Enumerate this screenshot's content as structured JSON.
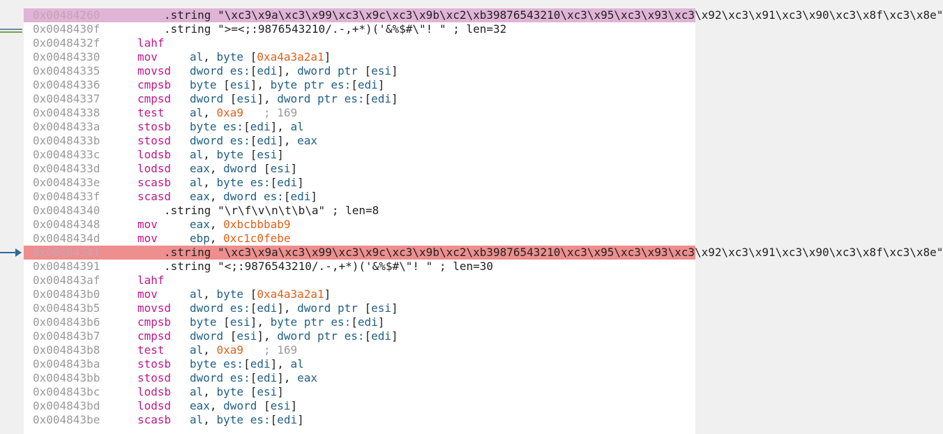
{
  "colors": {
    "address": "#9a9a9a",
    "mnemonic": "#c0188a",
    "register": "#1f5f86",
    "immediate": "#e0601a",
    "comment": "#9a9a9a",
    "selected_row": "#dfb4d6",
    "current_row": "#ee8e8e"
  },
  "rows": [
    {
      "addr": "0x00484260",
      "hl": "selected",
      "dir": ".string \"\\xc3\\x9a\\xc3\\x99\\xc3\\x9c\\xc3\\x9b\\xc2\\xb39876543210\\xc3\\x95\\xc3\\x93\\xc3\\x92\\xc3\\x91\\xc3\\x90\\xc3\\x8f\\xc3\\x8e\""
    },
    {
      "addr": "0x0048430f",
      "dir": ".string \">=<;:9876543210/.-,+*)('&%$#\\\"! \" ; len=32"
    },
    {
      "addr": "0x0048432f",
      "mnem": "lahf",
      "ops": []
    },
    {
      "addr": "0x00484330",
      "mnem": "mov",
      "ops": [
        [
          "reg",
          "al"
        ],
        [
          "plain",
          ", "
        ],
        [
          "reg",
          "byte "
        ],
        [
          "br",
          "["
        ],
        [
          "num",
          "0xa4a3a2a1"
        ],
        [
          "br",
          "]"
        ]
      ]
    },
    {
      "addr": "0x00484335",
      "mnem": "movsd",
      "ops": [
        [
          "reg",
          "dword es:"
        ],
        [
          "br",
          "["
        ],
        [
          "reg",
          "edi"
        ],
        [
          "br",
          "]"
        ],
        [
          "plain",
          ", "
        ],
        [
          "reg",
          "dword ptr "
        ],
        [
          "br",
          "["
        ],
        [
          "reg",
          "esi"
        ],
        [
          "br",
          "]"
        ]
      ]
    },
    {
      "addr": "0x00484336",
      "mnem": "cmpsb",
      "ops": [
        [
          "reg",
          "byte "
        ],
        [
          "br",
          "["
        ],
        [
          "reg",
          "esi"
        ],
        [
          "br",
          "]"
        ],
        [
          "plain",
          ", "
        ],
        [
          "reg",
          "byte ptr es:"
        ],
        [
          "br",
          "["
        ],
        [
          "reg",
          "edi"
        ],
        [
          "br",
          "]"
        ]
      ]
    },
    {
      "addr": "0x00484337",
      "mnem": "cmpsd",
      "ops": [
        [
          "reg",
          "dword "
        ],
        [
          "br",
          "["
        ],
        [
          "reg",
          "esi"
        ],
        [
          "br",
          "]"
        ],
        [
          "plain",
          ", "
        ],
        [
          "reg",
          "dword ptr es:"
        ],
        [
          "br",
          "["
        ],
        [
          "reg",
          "edi"
        ],
        [
          "br",
          "]"
        ]
      ]
    },
    {
      "addr": "0x00484338",
      "mnem": "test",
      "ops": [
        [
          "reg",
          "al"
        ],
        [
          "plain",
          ", "
        ],
        [
          "num",
          "0xa9"
        ],
        [
          "cmt",
          "   ; 169"
        ]
      ]
    },
    {
      "addr": "0x0048433a",
      "mnem": "stosb",
      "ops": [
        [
          "reg",
          "byte es:"
        ],
        [
          "br",
          "["
        ],
        [
          "reg",
          "edi"
        ],
        [
          "br",
          "]"
        ],
        [
          "plain",
          ", "
        ],
        [
          "reg",
          "al"
        ]
      ]
    },
    {
      "addr": "0x0048433b",
      "mnem": "stosd",
      "ops": [
        [
          "reg",
          "dword es:"
        ],
        [
          "br",
          "["
        ],
        [
          "reg",
          "edi"
        ],
        [
          "br",
          "]"
        ],
        [
          "plain",
          ", "
        ],
        [
          "reg",
          "eax"
        ]
      ]
    },
    {
      "addr": "0x0048433c",
      "mnem": "lodsb",
      "ops": [
        [
          "reg",
          "al"
        ],
        [
          "plain",
          ", "
        ],
        [
          "reg",
          "byte "
        ],
        [
          "br",
          "["
        ],
        [
          "reg",
          "esi"
        ],
        [
          "br",
          "]"
        ]
      ]
    },
    {
      "addr": "0x0048433d",
      "mnem": "lodsd",
      "ops": [
        [
          "reg",
          "eax"
        ],
        [
          "plain",
          ", "
        ],
        [
          "reg",
          "dword "
        ],
        [
          "br",
          "["
        ],
        [
          "reg",
          "esi"
        ],
        [
          "br",
          "]"
        ]
      ]
    },
    {
      "addr": "0x0048433e",
      "mnem": "scasb",
      "ops": [
        [
          "reg",
          "al"
        ],
        [
          "plain",
          ", "
        ],
        [
          "reg",
          "byte es:"
        ],
        [
          "br",
          "["
        ],
        [
          "reg",
          "edi"
        ],
        [
          "br",
          "]"
        ]
      ]
    },
    {
      "addr": "0x0048433f",
      "mnem": "scasd",
      "ops": [
        [
          "reg",
          "eax"
        ],
        [
          "plain",
          ", "
        ],
        [
          "reg",
          "dword es:"
        ],
        [
          "br",
          "["
        ],
        [
          "reg",
          "edi"
        ],
        [
          "br",
          "]"
        ]
      ]
    },
    {
      "addr": "0x00484340",
      "dir": ".string \"\\r\\f\\v\\n\\t\\b\\a\" ; len=8"
    },
    {
      "addr": "0x00484348",
      "mnem": "mov",
      "ops": [
        [
          "reg",
          "eax"
        ],
        [
          "plain",
          ", "
        ],
        [
          "num",
          "0xbcbbbab9"
        ]
      ]
    },
    {
      "addr": "0x0048434d",
      "mnem": "mov",
      "ops": [
        [
          "reg",
          "ebp"
        ],
        [
          "plain",
          ", "
        ],
        [
          "num",
          "0xc1c0febe"
        ]
      ]
    },
    {
      "addr": "0x0048434f",
      "hl": "current",
      "dir": ".string \"\\xc3\\x9a\\xc3\\x99\\xc3\\x9c\\xc3\\x9b\\xc2\\xb39876543210\\xc3\\x95\\xc3\\x93\\xc3\\x92\\xc3\\x91\\xc3\\x90\\xc3\\x8f\\xc3\\x8e\""
    },
    {
      "addr": "0x00484391",
      "dir": ".string \"<;:9876543210/.-,+*)('&%$#\\\"! \" ; len=30"
    },
    {
      "addr": "0x004843af",
      "mnem": "lahf",
      "ops": []
    },
    {
      "addr": "0x004843b0",
      "mnem": "mov",
      "ops": [
        [
          "reg",
          "al"
        ],
        [
          "plain",
          ", "
        ],
        [
          "reg",
          "byte "
        ],
        [
          "br",
          "["
        ],
        [
          "num",
          "0xa4a3a2a1"
        ],
        [
          "br",
          "]"
        ]
      ]
    },
    {
      "addr": "0x004843b5",
      "mnem": "movsd",
      "ops": [
        [
          "reg",
          "dword es:"
        ],
        [
          "br",
          "["
        ],
        [
          "reg",
          "edi"
        ],
        [
          "br",
          "]"
        ],
        [
          "plain",
          ", "
        ],
        [
          "reg",
          "dword ptr "
        ],
        [
          "br",
          "["
        ],
        [
          "reg",
          "esi"
        ],
        [
          "br",
          "]"
        ]
      ]
    },
    {
      "addr": "0x004843b6",
      "mnem": "cmpsb",
      "ops": [
        [
          "reg",
          "byte "
        ],
        [
          "br",
          "["
        ],
        [
          "reg",
          "esi"
        ],
        [
          "br",
          "]"
        ],
        [
          "plain",
          ", "
        ],
        [
          "reg",
          "byte ptr es:"
        ],
        [
          "br",
          "["
        ],
        [
          "reg",
          "edi"
        ],
        [
          "br",
          "]"
        ]
      ]
    },
    {
      "addr": "0x004843b7",
      "mnem": "cmpsd",
      "ops": [
        [
          "reg",
          "dword "
        ],
        [
          "br",
          "["
        ],
        [
          "reg",
          "esi"
        ],
        [
          "br",
          "]"
        ],
        [
          "plain",
          ", "
        ],
        [
          "reg",
          "dword ptr es:"
        ],
        [
          "br",
          "["
        ],
        [
          "reg",
          "edi"
        ],
        [
          "br",
          "]"
        ]
      ]
    },
    {
      "addr": "0x004843b8",
      "mnem": "test",
      "ops": [
        [
          "reg",
          "al"
        ],
        [
          "plain",
          ", "
        ],
        [
          "num",
          "0xa9"
        ],
        [
          "cmt",
          "   ; 169"
        ]
      ]
    },
    {
      "addr": "0x004843ba",
      "mnem": "stosb",
      "ops": [
        [
          "reg",
          "byte es:"
        ],
        [
          "br",
          "["
        ],
        [
          "reg",
          "edi"
        ],
        [
          "br",
          "]"
        ],
        [
          "plain",
          ", "
        ],
        [
          "reg",
          "al"
        ]
      ]
    },
    {
      "addr": "0x004843bb",
      "mnem": "stosd",
      "ops": [
        [
          "reg",
          "dword es:"
        ],
        [
          "br",
          "["
        ],
        [
          "reg",
          "edi"
        ],
        [
          "br",
          "]"
        ],
        [
          "plain",
          ", "
        ],
        [
          "reg",
          "eax"
        ]
      ]
    },
    {
      "addr": "0x004843bc",
      "mnem": "lodsb",
      "ops": [
        [
          "reg",
          "al"
        ],
        [
          "plain",
          ", "
        ],
        [
          "reg",
          "byte "
        ],
        [
          "br",
          "["
        ],
        [
          "reg",
          "esi"
        ],
        [
          "br",
          "]"
        ]
      ]
    },
    {
      "addr": "0x004843bd",
      "mnem": "lodsd",
      "ops": [
        [
          "reg",
          "eax"
        ],
        [
          "plain",
          ", "
        ],
        [
          "reg",
          "dword "
        ],
        [
          "br",
          "["
        ],
        [
          "reg",
          "esi"
        ],
        [
          "br",
          "]"
        ]
      ]
    },
    {
      "addr": "0x004843be",
      "mnem": "scasb",
      "ops": [
        [
          "reg",
          "al"
        ],
        [
          "plain",
          ", "
        ],
        [
          "reg",
          "byte es:"
        ],
        [
          "br",
          "["
        ],
        [
          "reg",
          "edi"
        ],
        [
          "br",
          "]"
        ]
      ]
    }
  ]
}
